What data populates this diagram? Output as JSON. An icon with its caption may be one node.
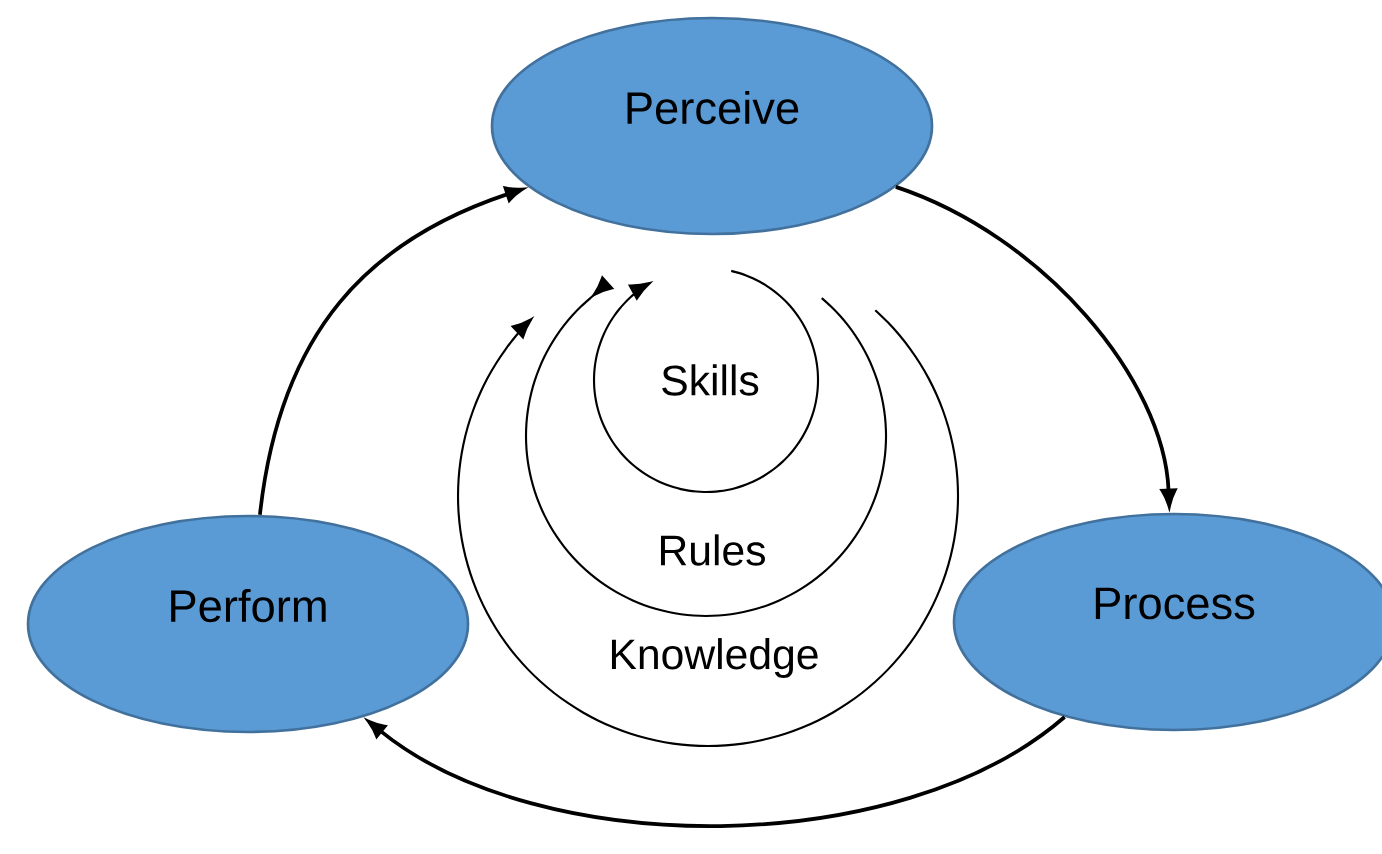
{
  "diagram": {
    "nodes": [
      {
        "text": [
          "Perceive"
        ]
      },
      {
        "text": [
          "Process"
        ]
      },
      {
        "text": [
          "Perform"
        ]
      }
    ],
    "edges": [
      {
        "from": 0,
        "to": 1,
        "arrow": "to"
      },
      {
        "from": 1,
        "to": 2,
        "arrow": "to"
      },
      {
        "from": 2,
        "to": 0,
        "arrow": "to"
      }
    ],
    "labels": [
      "Skills",
      "Rules",
      "Knowledge"
    ]
  }
}
